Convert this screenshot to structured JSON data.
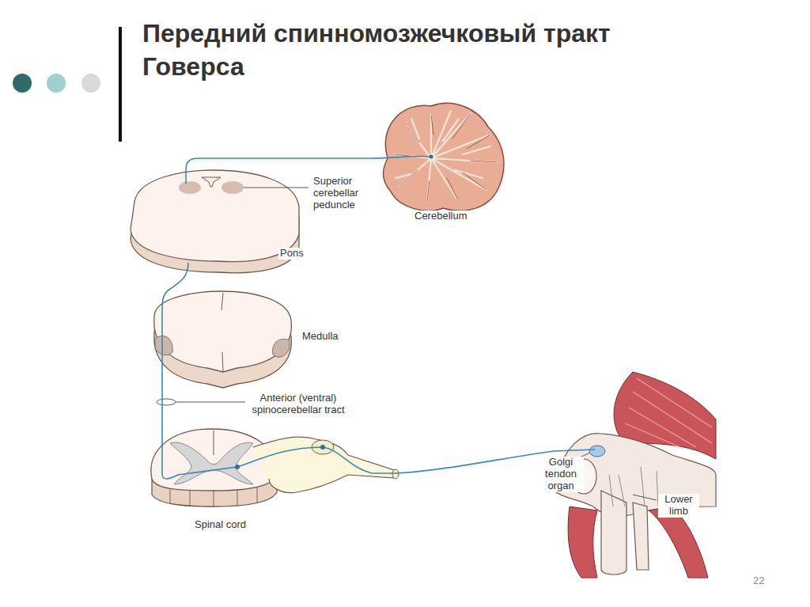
{
  "diagram": {
    "title": "Передний спинномозжечковый тракт Говерса",
    "labels": [
      "Superior cerebellar peduncle",
      "Cerebellum",
      "Pons",
      "Medulla",
      "Anterior (ventral) spinocerebellar tract",
      "Spinal cord",
      "Golgi tendon organ",
      "Lower limb",
      "22"
    ]
  }
}
